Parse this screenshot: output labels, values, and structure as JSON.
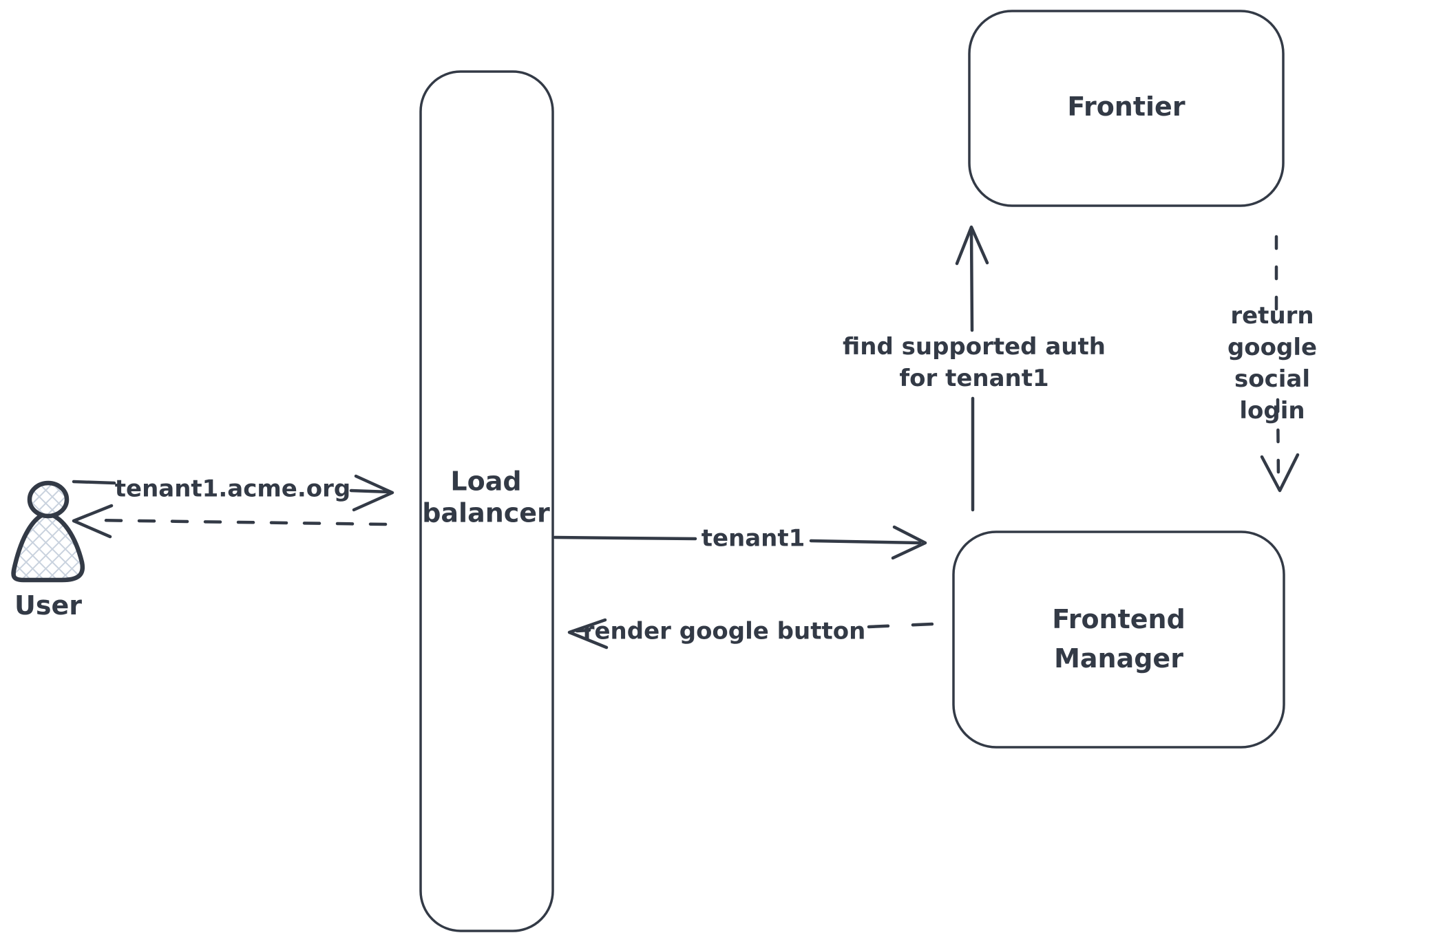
{
  "diagram": {
    "title": "tenant social login flow",
    "background_color": "#ffffff",
    "ink_color": "#333a46",
    "hatch_color": "#c9d2de",
    "actors": {
      "user": {
        "label": "User",
        "icon": "person-icon"
      }
    },
    "nodes": {
      "load_balancer": {
        "label": "Load\nbalancer"
      },
      "frontier": {
        "label": "Frontier"
      },
      "frontend_manager": {
        "label": "Frontend\nManager"
      }
    },
    "arrows": {
      "user_request": {
        "label": "tenant1.acme.org",
        "line": "solid",
        "direction": "right",
        "from": "User",
        "to": "Load balancer"
      },
      "lb_response": {
        "line": "dashed",
        "direction": "left",
        "from": "Load balancer",
        "to": "User"
      },
      "tenant_route": {
        "label": "tenant1",
        "line": "solid",
        "direction": "right",
        "from": "Load balancer",
        "to": "Frontend Manager"
      },
      "render_button": {
        "label": "render google button",
        "line": "dashed",
        "direction": "left",
        "from": "Frontend Manager",
        "to": "Load balancer"
      },
      "find_auth": {
        "label": "find supported auth\nfor tenant1",
        "line": "solid",
        "direction": "up",
        "from": "Frontend Manager",
        "to": "Frontier"
      },
      "return_login": {
        "label": "return google social\nlogin",
        "line": "dashed",
        "direction": "down",
        "from": "Frontier",
        "to": "Frontend Manager"
      }
    }
  }
}
